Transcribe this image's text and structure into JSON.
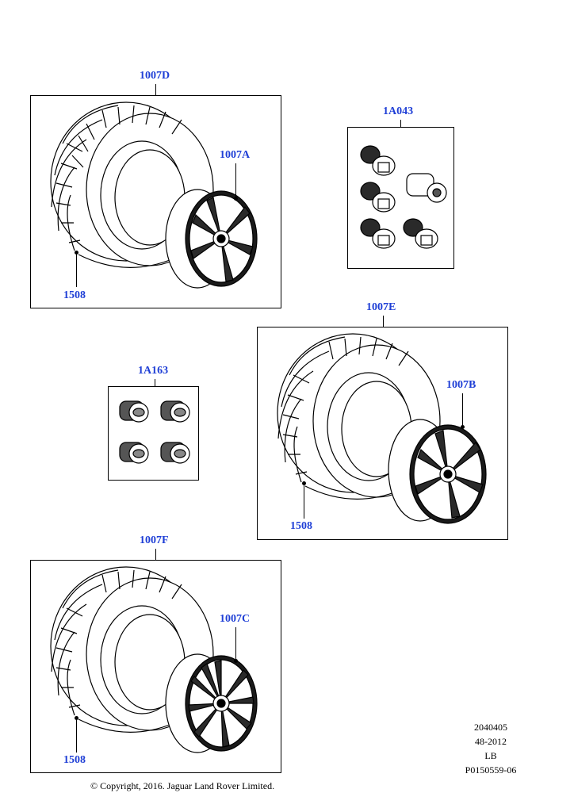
{
  "callouts": {
    "top_assembly": "1007D",
    "top_wheel": "1007A",
    "top_tyre": "1508",
    "lock_nuts": "1A043",
    "mid_assembly": "1007E",
    "mid_wheel": "1007B",
    "mid_tyre": "1508",
    "valve_caps": "1A163",
    "bottom_assembly": "1007F",
    "bottom_wheel": "1007C",
    "bottom_tyre": "1508"
  },
  "drawing_info": {
    "line1": "2040405",
    "line2": "48-2012",
    "line3": "LB",
    "line4": "P0150559-06"
  },
  "copyright": "© Copyright, 2016. Jaguar Land Rover Limited.",
  "colors": {
    "callout": "#1f3fd6",
    "line": "#000000"
  }
}
